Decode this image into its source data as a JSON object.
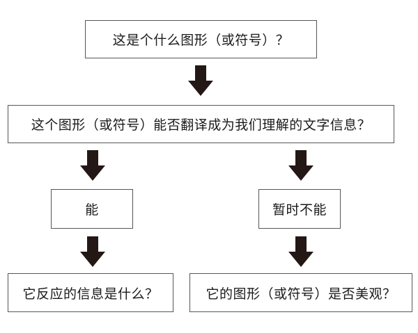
{
  "flowchart": {
    "question_1": "这是个什么图形（或符号）？",
    "question_2": "这个图形（或符号）能否翻译成为我们理解的文字信息？",
    "branch_yes": "能",
    "branch_no": "暂时不能",
    "question_yes": "它反应的信息是什么？",
    "question_no": "它的图形（或符号）是否美观？"
  },
  "colors": {
    "arrow": "#231815",
    "border": "#555555",
    "text": "#1a1a1a"
  }
}
